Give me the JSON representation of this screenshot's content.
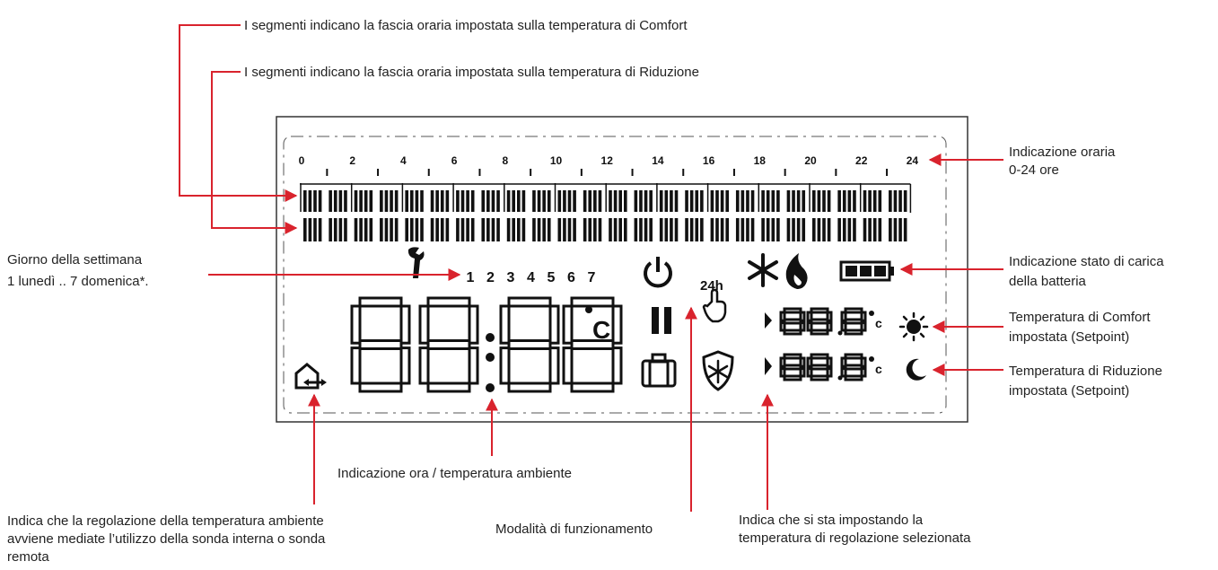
{
  "annotations": {
    "comfort_segments": "I segmenti indicano la fascia oraria impostata sulla temperatura di Comfort",
    "reduction_segments": "I segmenti indicano la fascia oraria impostata sulla temperatura di Riduzione",
    "hour_indication_line1": "Indicazione oraria",
    "hour_indication_line2": "0-24 ore",
    "day_line1": "Giorno della settimana",
    "day_line2": "1 lunedì .. 7 domenica*.",
    "battery_line1": "Indicazione stato di carica",
    "battery_line2": "della batteria",
    "comfort_temp_line1": "Temperatura di Comfort",
    "comfort_temp_line2": "impostata (Setpoint)",
    "reduction_temp_line1": "Temperatura di Riduzione",
    "reduction_temp_line2": "impostata (Setpoint)",
    "time_temp": "Indicazione ora / temperatura ambiente",
    "probe_line1": "Indica che la regolazione della temperatura ambiente",
    "probe_line2": "avviene mediate l’utilizzo della sonda interna o sonda",
    "probe_line3": "remota",
    "mode": "Modalità di funzionamento",
    "setting_line1": "Indica che si sta impostando la",
    "setting_line2": "temperatura di regolazione selezionata"
  },
  "lcd": {
    "hour_ticks": [
      "0",
      "2",
      "4",
      "6",
      "8",
      "10",
      "12",
      "14",
      "16",
      "18",
      "20",
      "22",
      "24"
    ],
    "days": [
      "1",
      "2",
      "3",
      "4",
      "5",
      "6",
      "7"
    ],
    "timer_label": "24h",
    "unit_label": "C",
    "deg_symbol": "°",
    "deg_unit": "c"
  },
  "colors": {
    "arrow": "#d9232d",
    "lcd": "#111111",
    "frame": "#333333"
  },
  "icons": [
    "wrench-icon",
    "power-icon",
    "pause-icon",
    "suitcase-icon",
    "hand-icon",
    "snowflake-icon",
    "flame-icon",
    "battery-icon",
    "antifreeze-shield-icon",
    "sun-icon",
    "moon-icon",
    "house-probe-icon"
  ]
}
